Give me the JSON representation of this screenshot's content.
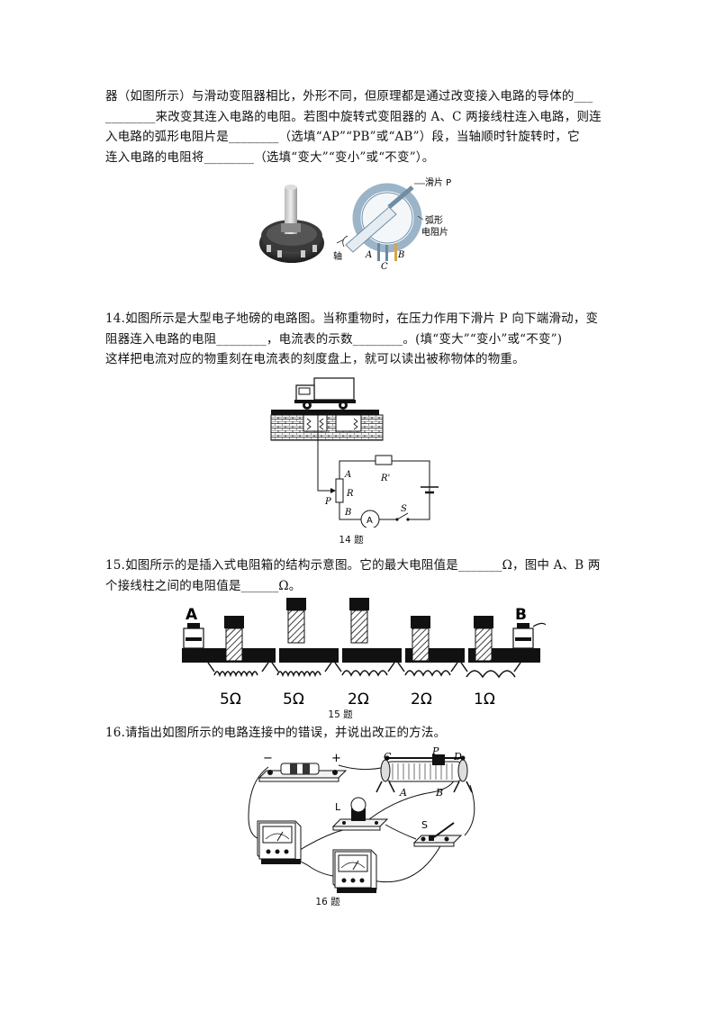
{
  "q13": {
    "line1": "器（如图所示）与滑动变阻器相比，外形不同，但原理都是通过改变接入电路的导体的___",
    "line2": "________来改变其连入电路的电阻。若图中旋转式变阻器的 A、C 两接线柱连入电路，则连",
    "line3": "入电路的弧形电阻片是________（选填“AP”“PB”或“AB”）段，当轴顺时针旋转时，它",
    "line4": "连入电路的电阻将________（选填“变大”“变小”或“不变”）。",
    "fig": {
      "slider_label": "滑片 P",
      "arc_label_1": "弧形",
      "arc_label_2": "电阻片",
      "axis_label": "轴",
      "term_a": "A",
      "term_c": "C",
      "term_b": "B"
    }
  },
  "q14": {
    "line1": "14.如图所示是大型电子地磅的电路图。当称重物时，在压力作用下滑片 P 向下端滑动，变",
    "line2": "阻器连入电路的电阻________，电流表的示数________。(填“变大”“变小”或“不变”)",
    "line3": "这样把电流对应的物重刻在电流表的刻度盘上，就可以读出被称物体的物重。",
    "fig": {
      "label_a": "A",
      "label_r": "R",
      "label_p": "P",
      "label_b": "B",
      "label_rprime": "R'",
      "label_s": "S",
      "meter": "A"
    },
    "caption": "14 题"
  },
  "q15": {
    "line1": "15.如图所示的是插入式电阻箱的结构示意图。它的最大电阻值是_______Ω，图中 A、B 两",
    "line2": "个接线柱之间的电阻值是______Ω。",
    "fig": {
      "label_a": "A",
      "label_b": "B",
      "r1": "5Ω",
      "r2": "5Ω",
      "r3": "2Ω",
      "r4": "2Ω",
      "r5": "1Ω"
    },
    "caption": "15 题"
  },
  "q16": {
    "line1": "16.请指出如图所示的电路连接中的错误，并说出改正的方法。",
    "fig": {
      "minus": "−",
      "plus": "+",
      "label_c": "C",
      "label_p": "P",
      "label_d": "D",
      "label_a": "A",
      "label_b": "B",
      "label_l": "L",
      "label_s": "S"
    },
    "caption": "16 题"
  }
}
